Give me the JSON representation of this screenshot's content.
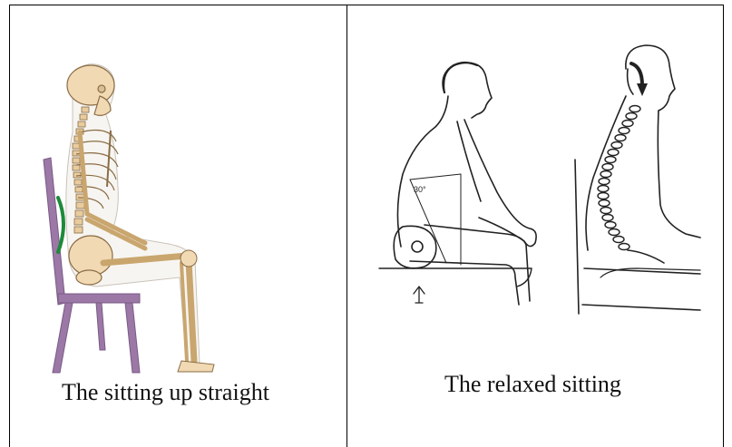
{
  "figure": {
    "left_caption": "The sitting up straight",
    "right_caption": "The relaxed sitting",
    "angle_label": "30°",
    "colors": {
      "chair": "#9b78a6",
      "bone": "#f1d9b4",
      "bone_outline": "#8a6d45",
      "lumbar_highlight": "#1e8a3a",
      "line_art": "#222222"
    }
  }
}
